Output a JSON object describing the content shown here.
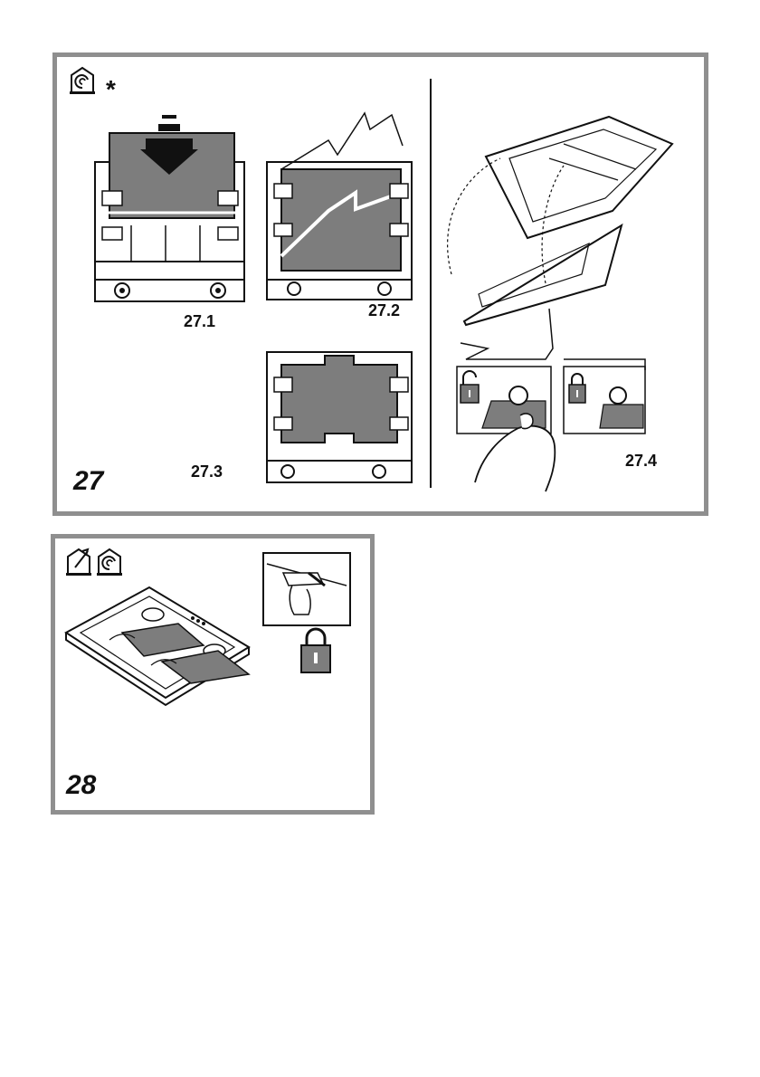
{
  "figure_27": {
    "number": "27",
    "modifier_mark": "*",
    "icons": [
      "recirculation-house-icon"
    ],
    "steps": [
      {
        "label": "27.1"
      },
      {
        "label": "27.2"
      },
      {
        "label": "27.3"
      },
      {
        "label": "27.4"
      }
    ],
    "lock_states": [
      "unlocked",
      "locked"
    ]
  },
  "figure_28": {
    "number": "28",
    "icons": [
      "exhaust-house-icon",
      "recirculation-house-icon",
      "lock-icon"
    ]
  },
  "colors": {
    "frame": "#8f8f8f",
    "filter_fill": "#7d7d7d",
    "line": "#111111"
  }
}
